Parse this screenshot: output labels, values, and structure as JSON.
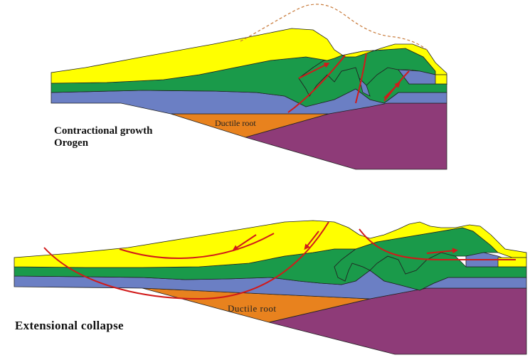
{
  "top_panel": {
    "caption_line1": "Contractional growth",
    "caption_line2": "Orogen",
    "root_label": "Ductile root"
  },
  "bottom_panel": {
    "caption": "Extensional collapse",
    "root_label": "Ductile root"
  },
  "colors": {
    "yellow_layer": "#ffff00",
    "green_layer": "#1a9a4a",
    "blue_layer": "#6b7fc4",
    "ductile_root": "#e8821e",
    "mantle": "#8e3b78",
    "fault_lines": "#d11a1a",
    "paleo_topography_dashed": "#c87a3a",
    "outline": "#222222"
  }
}
